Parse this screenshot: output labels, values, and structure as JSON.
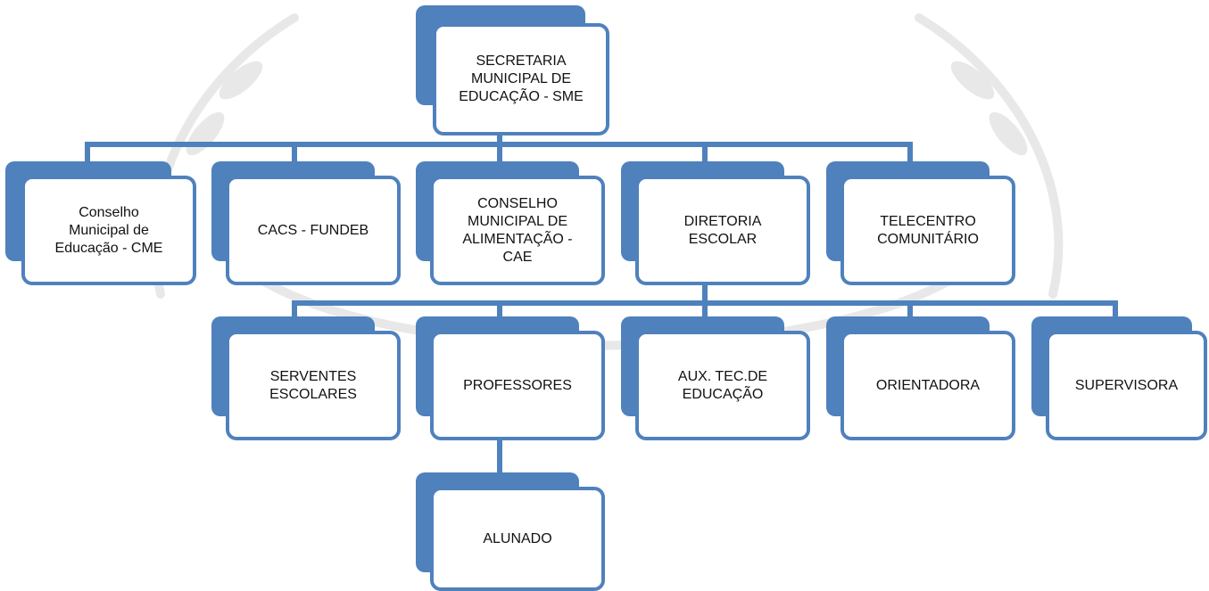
{
  "colors": {
    "accent": "#4f81bd",
    "box_fill": "#ffffff",
    "connector": "#4f81bd",
    "text": "#111111"
  },
  "org_chart": {
    "root": {
      "id": "sme",
      "label": "SECRETARIA\nMUNICIPAL DE\nEDUCAÇÃO - SME"
    },
    "level1": [
      {
        "id": "cme",
        "label": "Conselho\nMunicipal de\nEducação - CME"
      },
      {
        "id": "cacs",
        "label": "CACS - FUNDEB"
      },
      {
        "id": "cae",
        "label": "CONSELHO\nMUNICIPAL DE\nALIMENTAÇÃO  -\nCAE"
      },
      {
        "id": "diretoria",
        "label": "DIRETORIA\nESCOLAR"
      },
      {
        "id": "telecentro",
        "label": "TELECENTRO\nCOMUNITÁRIO"
      }
    ],
    "level2": [
      {
        "id": "serventes",
        "label": "SERVENTES\nESCOLARES"
      },
      {
        "id": "professores",
        "label": "PROFESSORES"
      },
      {
        "id": "auxtec",
        "label": "AUX. TEC.DE\nEDUCAÇÃO"
      },
      {
        "id": "orientadora",
        "label": "ORIENTADORA"
      },
      {
        "id": "supervisora",
        "label": "SUPERVISORA"
      }
    ],
    "level3": [
      {
        "id": "alunado",
        "label": "ALUNADO"
      }
    ]
  }
}
